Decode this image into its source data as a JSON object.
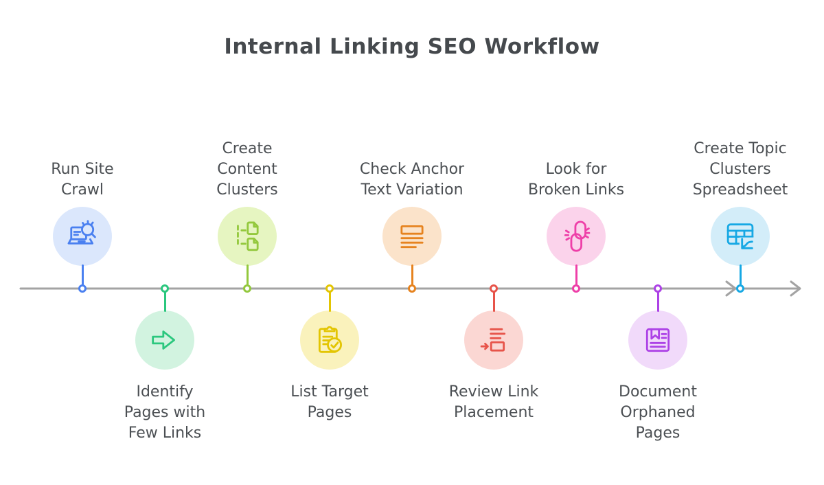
{
  "title": "Internal Linking SEO Workflow",
  "timeline": {
    "direction": "left-to-right",
    "line_color": "#a3a3a3",
    "text_color": "#4b4f53",
    "background": "#ffffff"
  },
  "steps": [
    {
      "label": "Run Site\nCrawl",
      "side": "above",
      "icon": "laptop-search-icon",
      "fill": "#dbe7fc",
      "stroke": "#4a80f0"
    },
    {
      "label": "Identify\nPages with\nFew Links",
      "side": "below",
      "icon": "arrow-right-icon",
      "fill": "#d2f3e0",
      "stroke": "#2bc77e"
    },
    {
      "label": "Create\nContent\nClusters",
      "side": "above",
      "icon": "document-cluster-icon",
      "fill": "#e6f5c1",
      "stroke": "#93c83d"
    },
    {
      "label": "List Target\nPages",
      "side": "below",
      "icon": "clipboard-check-icon",
      "fill": "#faf2bc",
      "stroke": "#e3c502"
    },
    {
      "label": "Check Anchor\nText Variation",
      "side": "above",
      "icon": "text-lines-icon",
      "fill": "#fbe3ca",
      "stroke": "#e6831f"
    },
    {
      "label": "Review Link\nPlacement",
      "side": "below",
      "icon": "link-placement-icon",
      "fill": "#fbd7d3",
      "stroke": "#e7544a"
    },
    {
      "label": "Look for\nBroken Links",
      "side": "above",
      "icon": "broken-chain-icon",
      "fill": "#fbd3eb",
      "stroke": "#ee3fa8"
    },
    {
      "label": "Document\nOrphaned\nPages",
      "side": "below",
      "icon": "bookmark-document-icon",
      "fill": "#f1dafa",
      "stroke": "#ad42e6"
    },
    {
      "label": "Create Topic\nClusters\nSpreadsheet",
      "side": "above",
      "icon": "spreadsheet-chart-icon",
      "fill": "#d3edf9",
      "stroke": "#16a8e4"
    }
  ]
}
